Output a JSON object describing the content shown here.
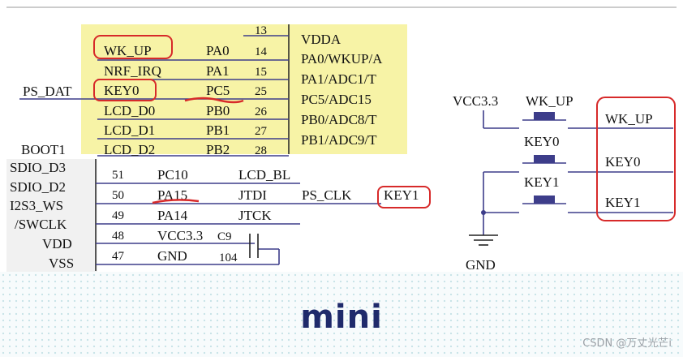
{
  "colors": {
    "ic_fill": "#f7f3a6",
    "wire": "#3d3d8a",
    "highlight": "#d72a2a",
    "caption": "#1f2a6b",
    "dots": "#c9e4e8"
  },
  "top_ic": {
    "rows": [
      {
        "net": "",
        "pin_name": "",
        "pin_num": "13",
        "func": "VDDA"
      },
      {
        "net": "WK_UP",
        "pin_name": "PA0",
        "pin_num": "14",
        "func": "PA0/WKUP/A"
      },
      {
        "net": "NRF_IRQ",
        "pin_name": "PA1",
        "pin_num": "15",
        "func": "PA1/ADC1/T"
      },
      {
        "net": "KEY0",
        "pin_name": "PC5",
        "pin_num": "25",
        "func": "PC5/ADC15"
      },
      {
        "net": "LCD_D0",
        "pin_name": "PB0",
        "pin_num": "26",
        "func": "PB0/ADC8/T"
      },
      {
        "net": "LCD_D1",
        "pin_name": "PB1",
        "pin_num": "27",
        "func": "PB1/ADC9/T"
      },
      {
        "net": "LCD_D2",
        "pin_name": "PB2",
        "pin_num": "28",
        "func": ""
      }
    ],
    "ps_dat": "PS_DAT",
    "boot1": "BOOT1"
  },
  "bottom_ic": {
    "left_labels": [
      "SDIO_D3",
      "SDIO_D2",
      "I2S3_WS",
      "/SWCLK",
      "VDD",
      "VSS"
    ],
    "rows": [
      {
        "pin_num": "51",
        "pin_name": "PC10",
        "net": "LCD_BL"
      },
      {
        "pin_num": "50",
        "pin_name": "PA15",
        "net": "JTDI"
      },
      {
        "pin_num": "49",
        "pin_name": "PA14",
        "net": "JTCK"
      },
      {
        "pin_num": "48",
        "pin_name": "VCC3.3",
        "net": "C9"
      },
      {
        "pin_num": "47",
        "pin_name": "GND",
        "net": "104"
      }
    ],
    "ps_clk": "PS_CLK",
    "key1": "KEY1"
  },
  "key_circuit": {
    "vcc": "VCC3.3",
    "gnd": "GND",
    "switches": [
      "WK_UP",
      "KEY0",
      "KEY1"
    ],
    "outputs": [
      "WK_UP",
      "KEY0",
      "KEY1"
    ]
  },
  "caption": "mini",
  "watermark": "CSDN @万丈光芒i"
}
